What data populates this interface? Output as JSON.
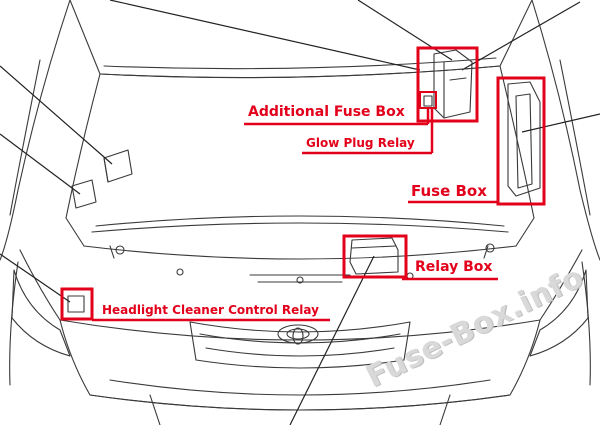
{
  "labels": {
    "additional_fuse_box": "Additional Fuse Box",
    "glow_plug_relay": "Glow Plug Relay",
    "fuse_box": "Fuse Box",
    "relay_box": "Relay Box",
    "headlight_cleaner_relay": "Headlight Cleaner Control Relay"
  },
  "watermark": "Fuse-Box.info",
  "colors": {
    "highlight": "#e3001b",
    "line_art": "#3a3a3a",
    "watermark": "#d9d9d9"
  }
}
